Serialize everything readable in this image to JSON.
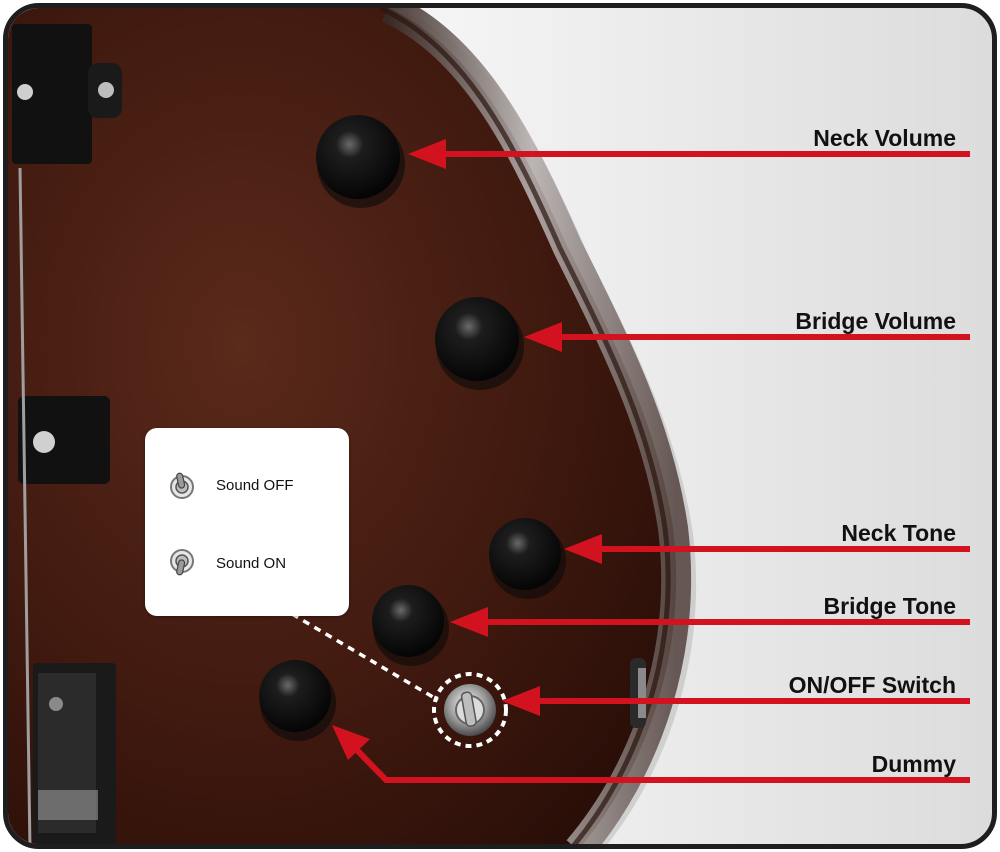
{
  "labels": [
    {
      "id": "neck-volume",
      "text": "Neck Volume"
    },
    {
      "id": "bridge-volume",
      "text": "Bridge Volume"
    },
    {
      "id": "neck-tone",
      "text": "Neck Tone"
    },
    {
      "id": "bridge-tone",
      "text": "Bridge Tone"
    },
    {
      "id": "on-off-switch",
      "text": "ON/OFF Switch"
    },
    {
      "id": "dummy",
      "text": "Dummy"
    }
  ],
  "legend": {
    "sound_off": "Sound OFF",
    "sound_on": "Sound ON"
  },
  "colors": {
    "arrow": "#d3121f",
    "body_wood": "#3e1c12",
    "knob": "#0c0c0c"
  },
  "icons": [
    "toggle-switch-icon",
    "knob-icon",
    "arrow-icon"
  ]
}
